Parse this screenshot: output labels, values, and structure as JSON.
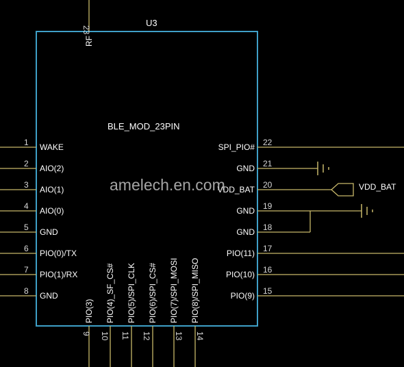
{
  "component": {
    "designator": "U3",
    "part_name": "BLE_MOD_23PIN"
  },
  "left_pins": [
    {
      "number": "1",
      "name": "WAKE"
    },
    {
      "number": "2",
      "name": "AIO(2)"
    },
    {
      "number": "3",
      "name": "AIO(1)"
    },
    {
      "number": "4",
      "name": "AIO(0)"
    },
    {
      "number": "5",
      "name": "GND"
    },
    {
      "number": "6",
      "name": "PIO(0)/TX"
    },
    {
      "number": "7",
      "name": "PIO(1)/RX"
    },
    {
      "number": "8",
      "name": "GND"
    }
  ],
  "right_pins": [
    {
      "number": "22",
      "name": "SPI_PIO#"
    },
    {
      "number": "21",
      "name": "GND"
    },
    {
      "number": "20",
      "name": "VDD_BAT"
    },
    {
      "number": "19",
      "name": "GND"
    },
    {
      "number": "18",
      "name": "GND"
    },
    {
      "number": "17",
      "name": "PIO(11)"
    },
    {
      "number": "16",
      "name": "PIO(10)"
    },
    {
      "number": "15",
      "name": "PIO(9)"
    }
  ],
  "bottom_pins": [
    {
      "number": "9",
      "name": "PIO(3)"
    },
    {
      "number": "10",
      "name": "PIO(4)_SF_CS#"
    },
    {
      "number": "11",
      "name": "PIO(5)/SPI_CLK"
    },
    {
      "number": "12",
      "name": "PIO(6)/SPI_CS#"
    },
    {
      "number": "13",
      "name": "PIO(7)/SPI_MOSI"
    },
    {
      "number": "14",
      "name": "PIO(8)/SPI_MISO"
    }
  ],
  "top_pin": {
    "number": "23",
    "name": "RF"
  },
  "net_label": "VDD_BAT",
  "watermark": "amelech.en.com",
  "colors": {
    "background": "#000000",
    "body_outline": "#3fa0c8",
    "pin_text": "#ffffff",
    "pin_number": "#d8d8d8",
    "wire": "#c8b86a",
    "watermark": "#c8c8c8"
  }
}
